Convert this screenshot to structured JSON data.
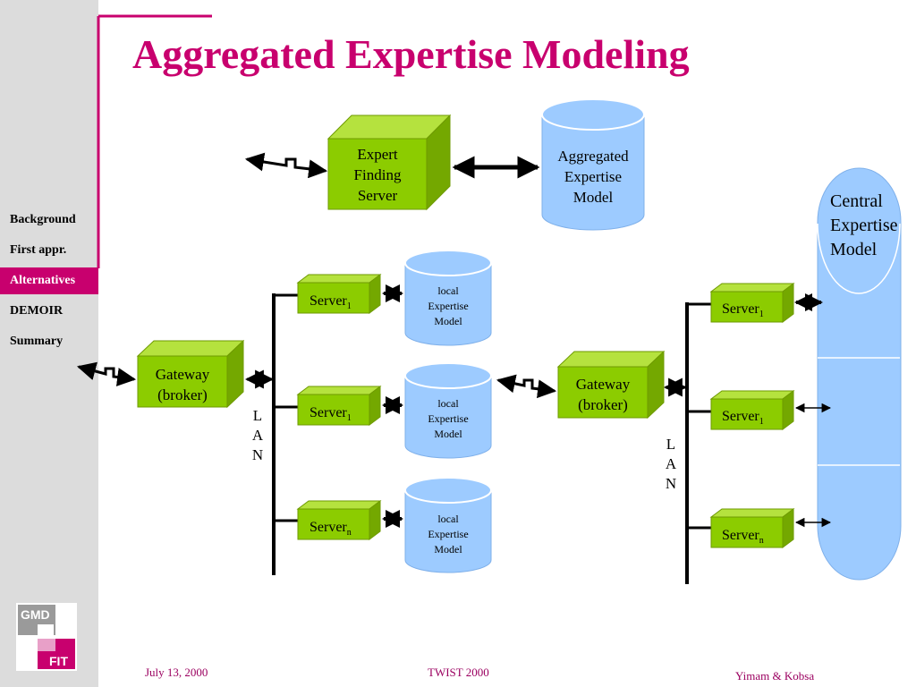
{
  "colors": {
    "accent": "#c8006e",
    "green": "#8ccc00",
    "blue": "#9dcbff",
    "sidebar": "#dcdcdc"
  },
  "slide_title": "Aggregated Expertise Modeling",
  "nav": [
    {
      "label": "Background",
      "active": false
    },
    {
      "label": "First appr.",
      "active": false
    },
    {
      "label": "Alternatives",
      "active": true
    },
    {
      "label": "DEMOIR",
      "active": false
    },
    {
      "label": "Summary",
      "active": false
    }
  ],
  "logo": {
    "top": "GMD",
    "bottom": "FIT"
  },
  "diagram": {
    "expert_server": [
      "Expert",
      "Finding",
      "Server"
    ],
    "aggregated_model": [
      "Aggregated",
      "Expertise",
      "Model"
    ],
    "central_model": [
      "Central",
      "Expertise",
      "Model"
    ],
    "gateway": [
      "Gateway",
      "(broker)"
    ],
    "server_label": "Server",
    "sub_one": "1",
    "sub_n": "n",
    "local_model": [
      "local",
      "Expertise",
      "Model"
    ],
    "lan": [
      "L",
      "A",
      "N"
    ]
  },
  "footer": {
    "date": "July 13, 2000",
    "event": "TWIST 2000",
    "authors": "Yimam & Kobsa"
  }
}
